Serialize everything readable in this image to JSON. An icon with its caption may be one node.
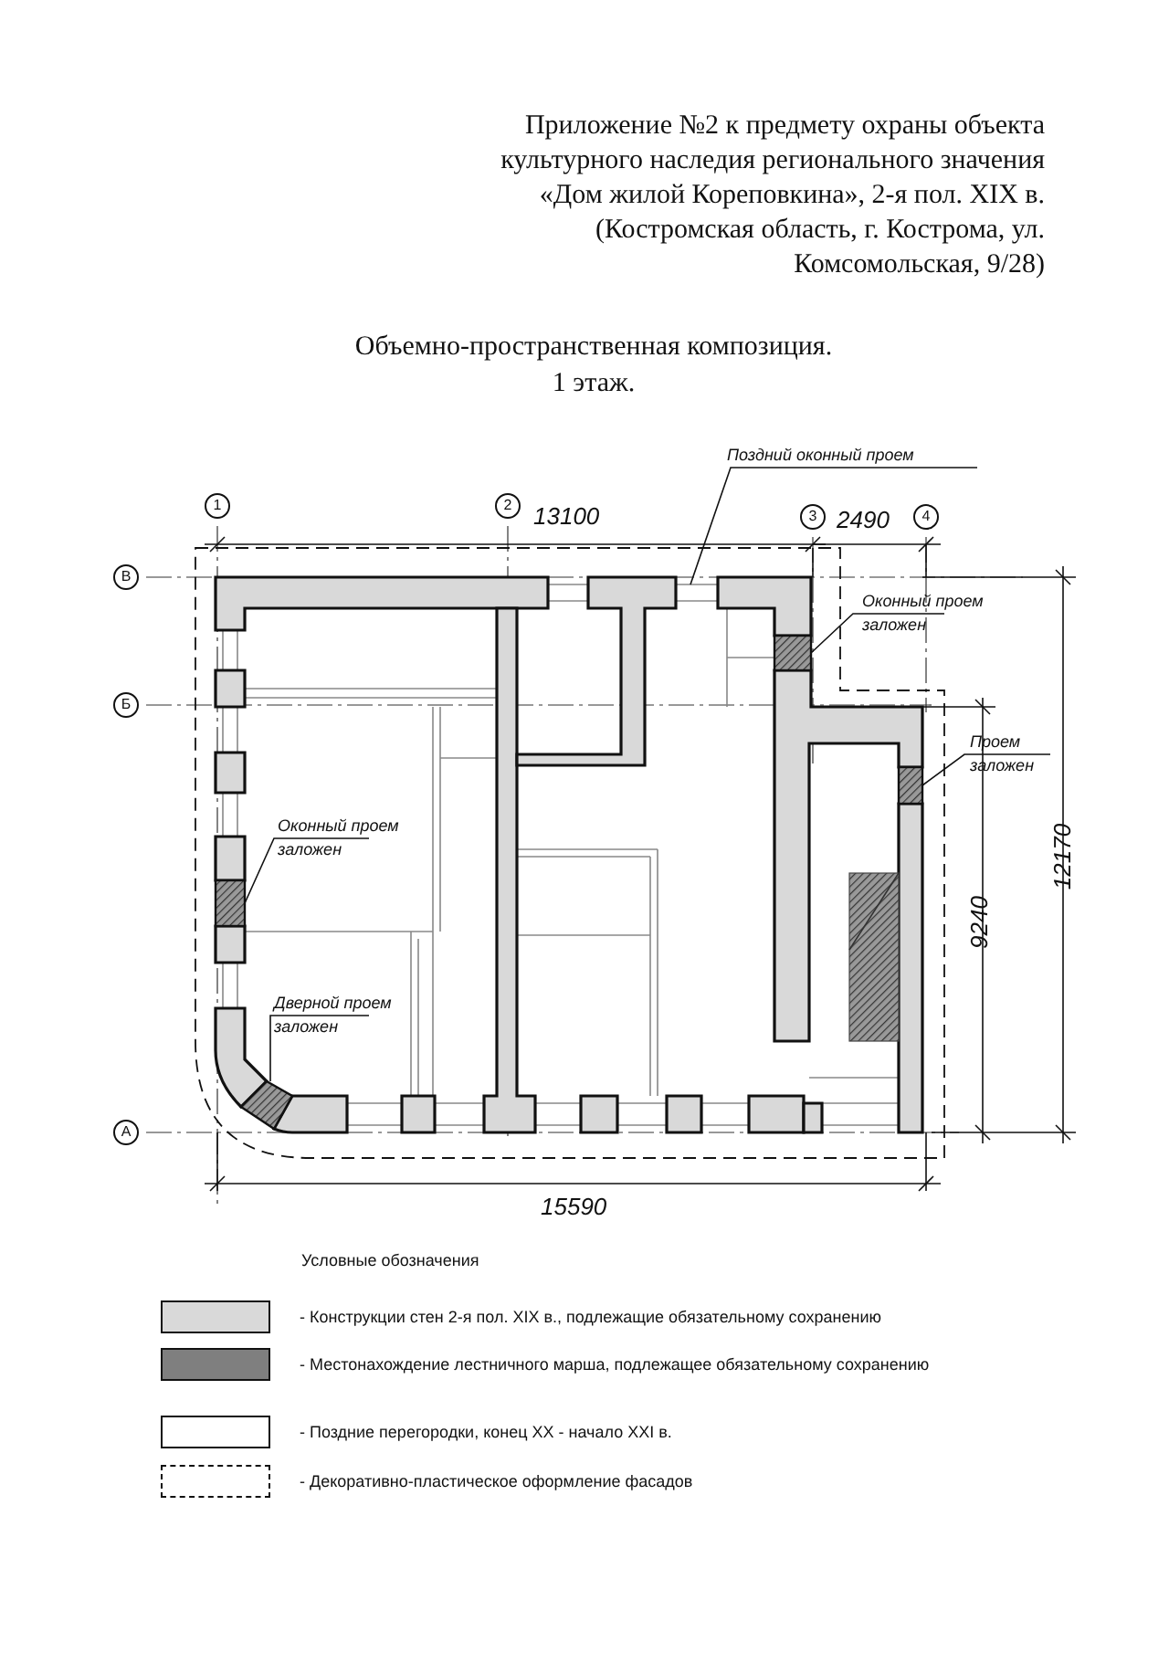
{
  "diagram": {
    "title": "Объемно-пространственная композиция. 1 этаж.",
    "nodes": [
      {
        "text": [
          "Поздний оконный проем"
        ]
      },
      {
        "text": [
          "Оконный проем заложен"
        ]
      },
      {
        "text": [],
        "shape": "box"
      },
      {
        "text": [
          "Проем заложен"
        ]
      },
      {
        "text": [],
        "shape": "box"
      },
      {
        "text": [
          "Оконный проем заложен"
        ]
      },
      {
        "text": [],
        "shape": "box"
      },
      {
        "text": [
          "Дверной проем заложен"
        ]
      },
      {
        "text": [],
        "shape": "box"
      },
      {
        "text": [
          "1"
        ]
      },
      {
        "text": [
          "2"
        ]
      },
      {
        "text": [
          "3"
        ]
      },
      {
        "text": [
          "4"
        ]
      },
      {
        "text": [
          "В"
        ]
      },
      {
        "text": [
          "Б"
        ]
      },
      {
        "text": [
          "А"
        ]
      }
    ],
    "edges": [
      {
        "from": 0,
        "to": null,
        "arrow": "none"
      },
      {
        "from": 1,
        "to": 2,
        "arrow": "none"
      },
      {
        "from": 3,
        "to": 4,
        "arrow": "none"
      },
      {
        "from": 5,
        "to": 6,
        "arrow": "none"
      },
      {
        "from": 7,
        "to": 8,
        "arrow": "none"
      }
    ],
    "labels": [
      "Приложение №2 к предмету охраны объекта культурного наследия регионального значения «Дом жилой Кореповкина», 2-я пол. XIX в. (Костромская область, г. Кострома, ул. Комсомольская, 9/28)",
      "13100",
      "2490",
      "12170",
      "9240",
      "15590",
      "Условные обозначения"
    ],
    "legend": [
      {
        "text": "- Конструкции стен 2-я пол. XIX в., подлежащие обязательному сохранению",
        "color": "#d9d9d9"
      },
      {
        "text": "- Местонахождение лестничного марша, подлежащее обязательному сохранению",
        "color": "#7f7f7f"
      },
      {
        "text": "- Поздние перегородки, конец XX - начало XXI в.",
        "color": "#ffffff"
      },
      {
        "text": "- Декоративно-пластическое оформление фасадов"
      }
    ]
  }
}
